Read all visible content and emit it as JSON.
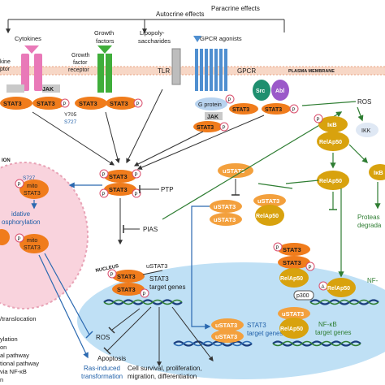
{
  "top": {
    "autocrine": "Autocrine effects",
    "paracrine": "Paracrine effects"
  },
  "receptors": {
    "cytokines": "Cytokines",
    "cytokine_receptor_1": "kine",
    "cytokine_receptor_2": "ptor",
    "growth_factors_1": "Growth",
    "growth_factors_2": "factors",
    "gf_receptor_1": "Growth",
    "gf_receptor_2": "factor",
    "gf_receptor_3": "receptor",
    "lps_1": "Lipopoly-",
    "lps_2": "saccharides",
    "tlr": "TLR",
    "gpcr_agonists": "GPCR agonists",
    "gpcr": "GPCR",
    "plasma_membrane": "PLASMA MEMBRANE",
    "jak": "JAK",
    "src": "Src",
    "abl": "Abl",
    "g_protein": "G protein",
    "y705": "Y705",
    "s727": "S727"
  },
  "molecules": {
    "stat3": "STAT3",
    "ustat3": "uSTAT3",
    "relap50": "RelAp50",
    "ikb": "IκB",
    "ikk": "IKK",
    "ros": "ROS",
    "p": "P",
    "a": "A",
    "p300": "p300",
    "mito_stat3_1": "mito",
    "mito_stat3_2": "STAT3",
    "ikb_partial": "IκB"
  },
  "labels": {
    "ptp": "PTP",
    "pias": "PIAS",
    "nucleus": "NUCLEUS",
    "mitochondrion": "ION",
    "ox_phos_1": "idative",
    "ox_phos_2": "osphorylation",
    "stat3_target_genes_1": "STAT3",
    "stat3_target_genes_2": "target genes",
    "ustat3_nuc": "uSTAT3",
    "ustat3_target_1": "STAT3",
    "ustat3_target_2": "target genes",
    "nfkb_target_1": "NF-κB",
    "nfkb_target_2": "target genes",
    "nfk_partial": "NF-",
    "proteasome_1": "Proteas",
    "proteasome_2": "degrada",
    "ros_bottom": "ROS",
    "apoptosis": "Apoptosis",
    "ras_1": "Ras-induced",
    "ras_2": "transformation",
    "outcomes_1": "Cell survival, proliferation,",
    "outcomes_2": "migration, differentiation"
  },
  "left_list": [
    "/translocation",
    "ylation",
    "on",
    "al pathway",
    "tional pathway",
    "via NF-κB",
    "n"
  ],
  "colors": {
    "stat3": "#f07c1c",
    "relap50": "#d8a20e",
    "ustat3": "#f3a03d",
    "phospho": "#ffffff",
    "pink_receptor": "#e979b8",
    "green_receptor": "#3fae3a",
    "gpcr_blue": "#4f8fd0",
    "membrane": "#f3b9a0",
    "nucleus": "#bfe0f5",
    "mito": "#f9d3dd",
    "src": "#1f8f6f",
    "abl": "#9b59c9",
    "arrow_green": "#2e7d32",
    "arrow_blue": "#2b69b0"
  }
}
